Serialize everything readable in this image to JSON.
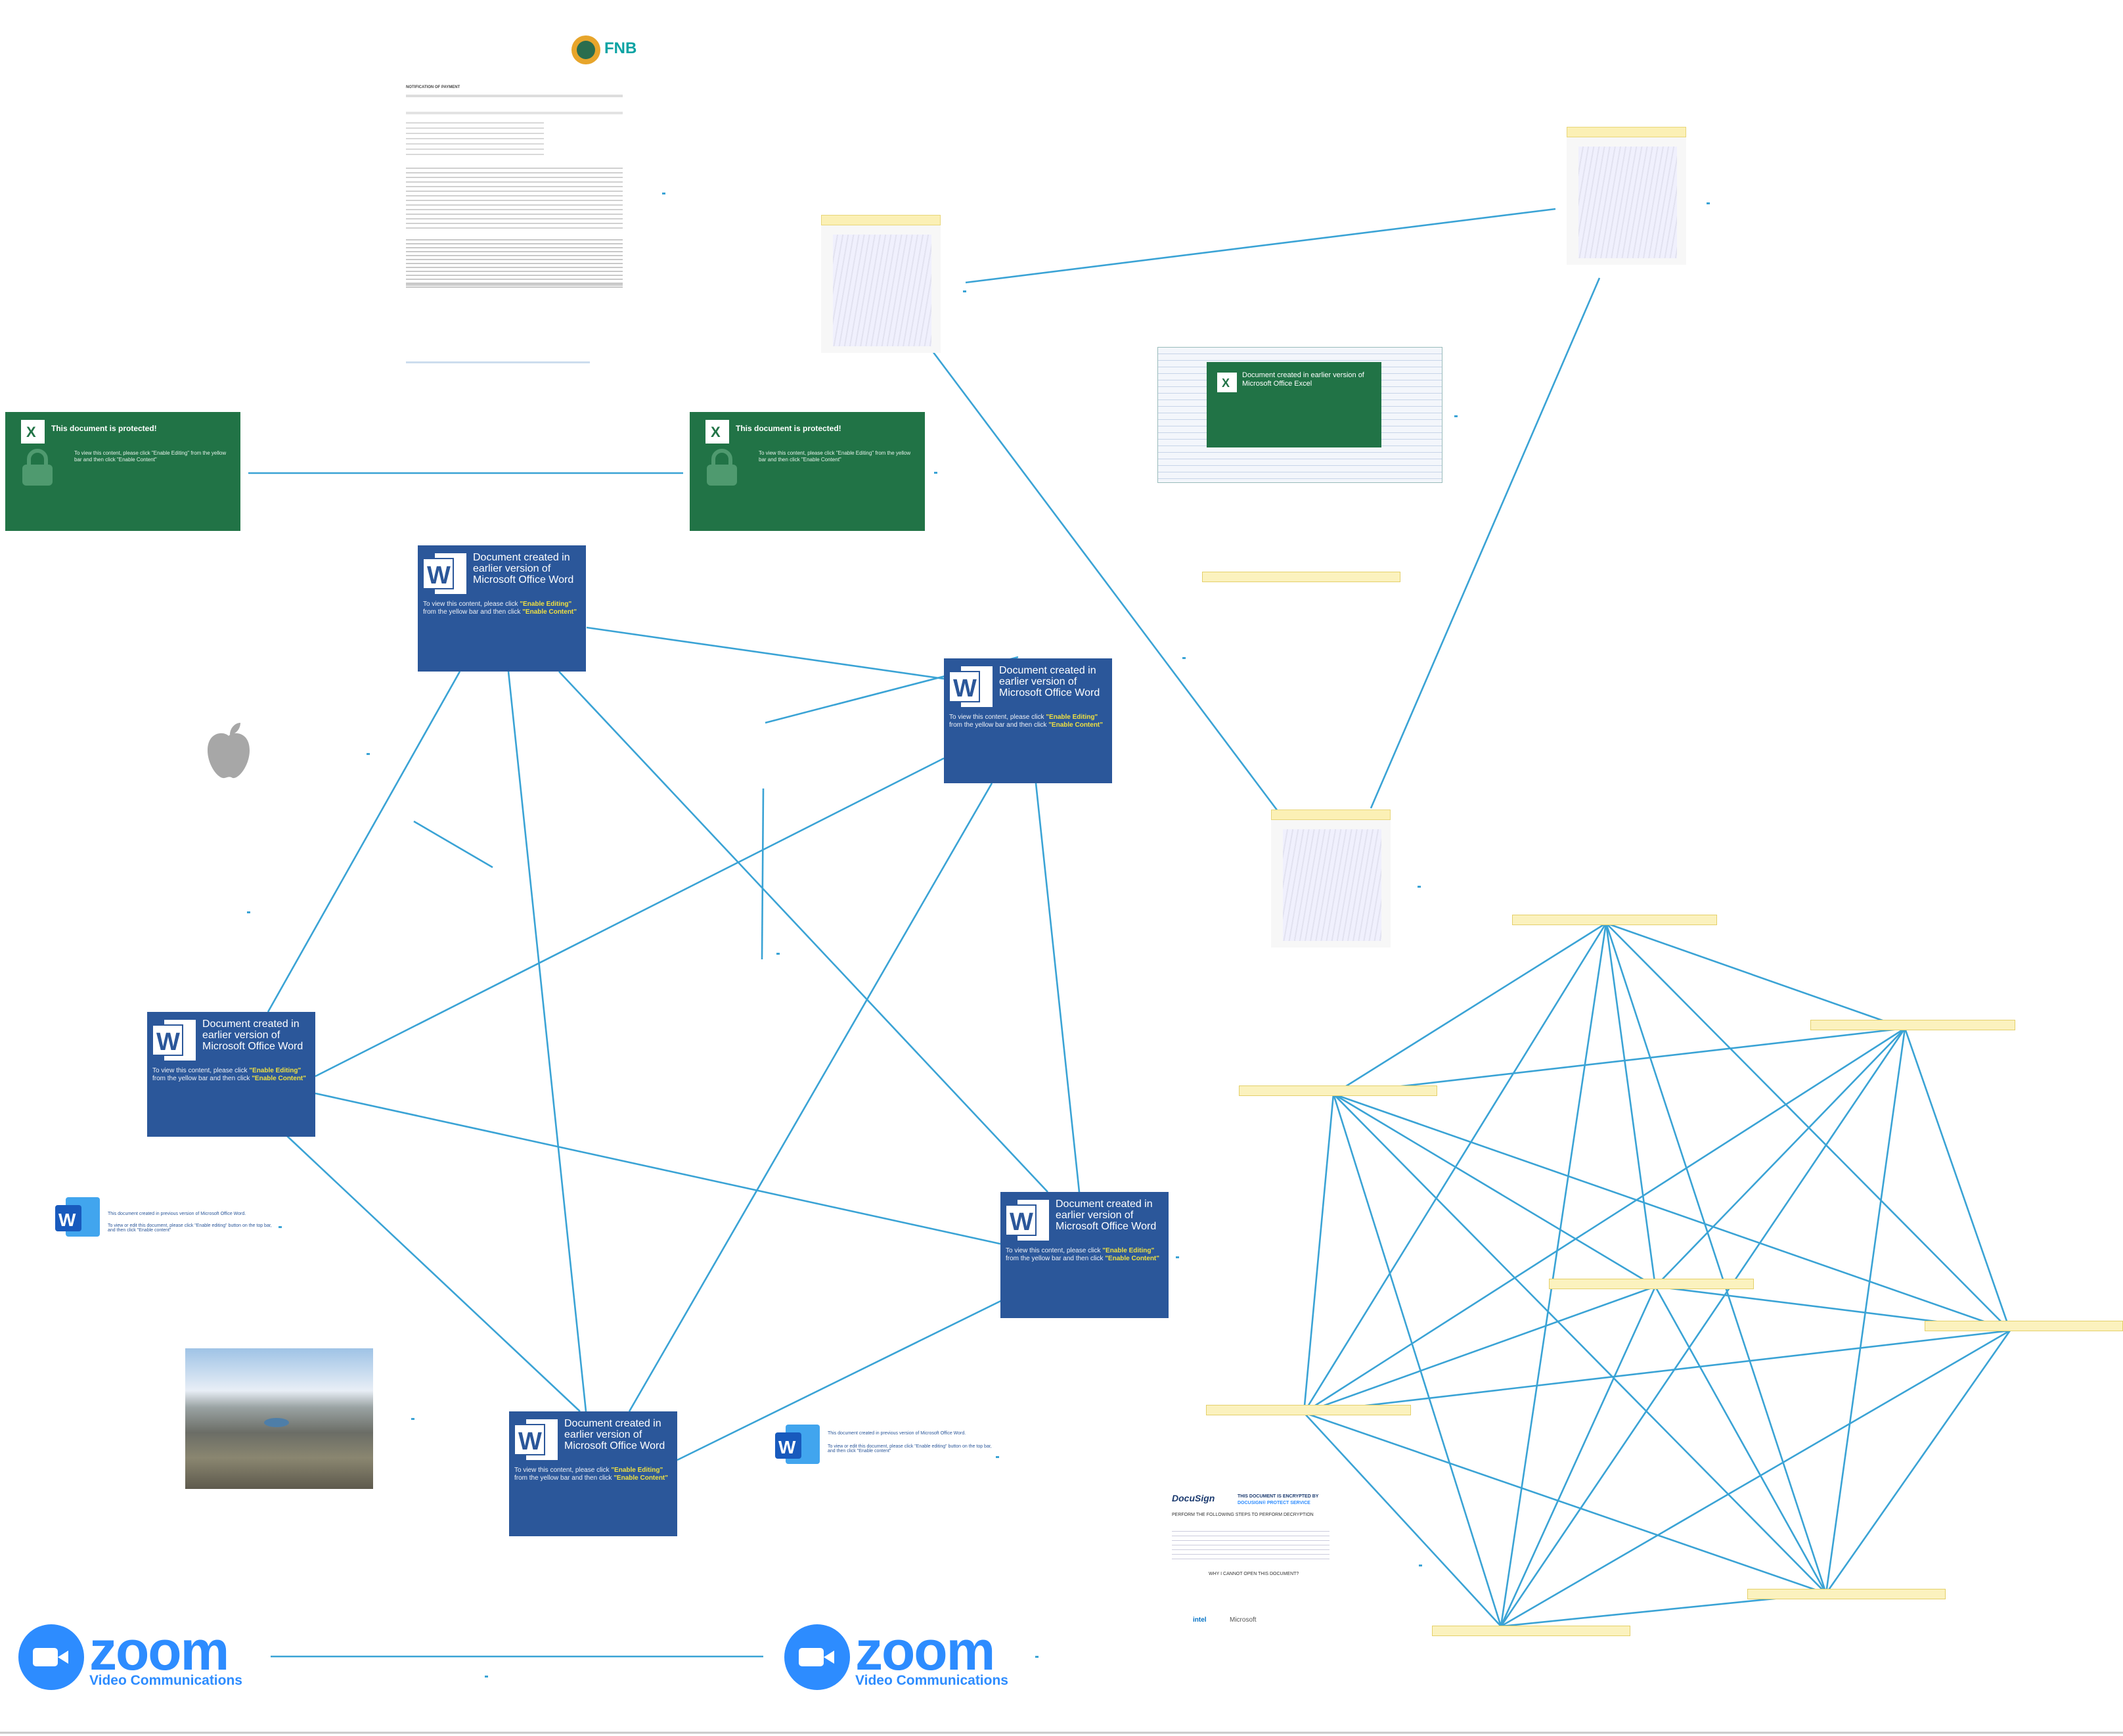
{
  "colors": {
    "edge": "#3aa3d5",
    "word_blue": "#2b579a",
    "excel_green": "#217346",
    "zoom_blue": "#2d8cff",
    "highlight": "#ffeb3b"
  },
  "fnb": {
    "logo_text": "FNB",
    "doc_title": "NOTIFICATION OF PAYMENT"
  },
  "excel_protected": {
    "title": "This document is protected!",
    "body": "To view this content, please click \"Enable Editing\" from the yellow bar and then click \"Enable Content\""
  },
  "excel_earlier": {
    "title": "Document created in earlier version of Microsoft Office Excel"
  },
  "word_earlier": {
    "title": "Document created in earlier version of Microsoft Office Word",
    "body_prefix": "To view this content, please click ",
    "enable_editing": "\"Enable Editing\"",
    "body_mid": " from the yellow bar and then click ",
    "enable_content": "\"Enable Content\""
  },
  "word_small": {
    "title": "This document created in previous version of Microsoft Office Word.",
    "body": "To view or edit this document, please click \"Enable editing\" button on the top bar, and then click \"Enable content\""
  },
  "docusign": {
    "logo": "DocuSign",
    "title": "THIS DOCUMENT IS ENCRYPTED BY",
    "service": "DOCUSIGN® PROTECT SERVICE",
    "steps_header": "PERFORM THE FOLLOWING STEPS TO PERFORM DECRYPTION",
    "why": "WHY I CANNOT OPEN THIS DOCUMENT?",
    "brand1": "intel",
    "brand2": "Microsoft"
  },
  "zoom": {
    "name": "zoom",
    "subtitle": "Video Communications"
  },
  "icons": {
    "apple": "apple-logo-icon",
    "lock": "lock-icon",
    "word": "word-icon",
    "excel": "excel-icon"
  }
}
